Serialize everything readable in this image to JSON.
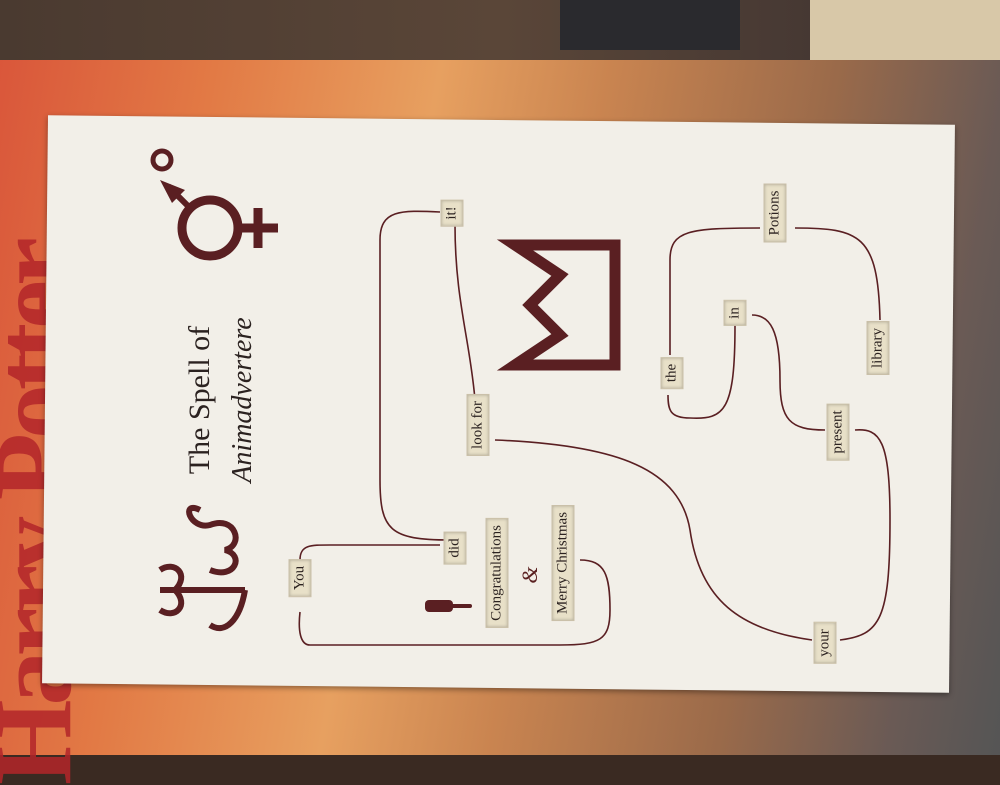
{
  "card": {
    "title": "The Spell of",
    "subtitle": "Animadvertere",
    "words": {
      "you": "You",
      "did": "did",
      "it": "it!",
      "look_for": "look for",
      "congratulations": "Congratulations",
      "ampersand": "&",
      "merry_christmas": "Merry Christmas",
      "your": "your",
      "present": "present",
      "in": "in",
      "the": "the",
      "potions": "Potions",
      "library": "library"
    },
    "colors": {
      "ink": "#5a1f22",
      "card": "#f2efe8"
    }
  }
}
